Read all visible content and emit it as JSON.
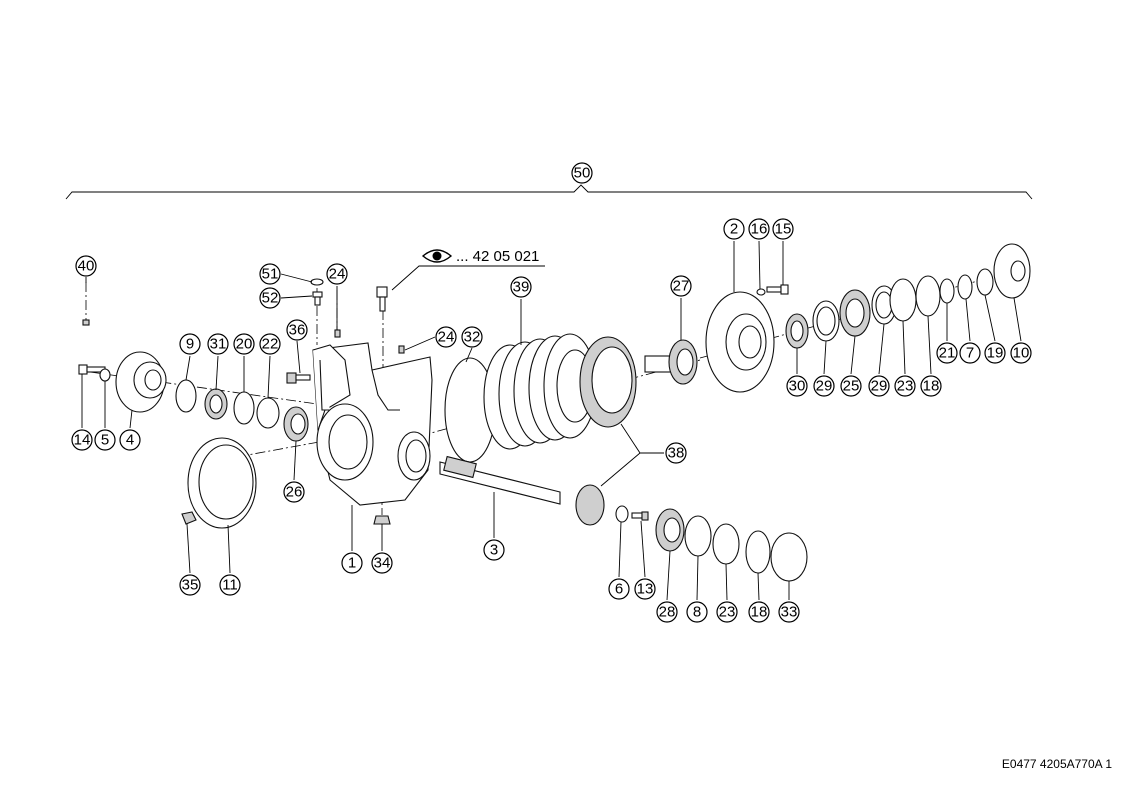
{
  "assembly_label": "50",
  "reference": {
    "icon": "eye-icon",
    "text": "... 42 05 021"
  },
  "drawing_code": "E0477 4205A770A 1",
  "callouts": {
    "c40": "40",
    "c51": "51",
    "c52": "52",
    "c24a": "24",
    "c24b": "24",
    "c32": "32",
    "c36": "36",
    "c9": "9",
    "c31": "31",
    "c20": "20",
    "c22": "22",
    "c14": "14",
    "c5": "5",
    "c4": "4",
    "c26": "26",
    "c35": "35",
    "c11": "11",
    "c1": "1",
    "c34": "34",
    "c39": "39",
    "c3": "3",
    "c38": "38",
    "c27": "27",
    "c2": "2",
    "c16": "16",
    "c15": "15",
    "c30": "30",
    "c29a": "29",
    "c25": "25",
    "c29b": "29",
    "c23a": "23",
    "c18a": "18",
    "c21": "21",
    "c7": "7",
    "c19": "19",
    "c10": "10",
    "c6": "6",
    "c13": "13",
    "c28": "28",
    "c8": "8",
    "c23b": "23",
    "c18b": "18",
    "c33": "33"
  }
}
